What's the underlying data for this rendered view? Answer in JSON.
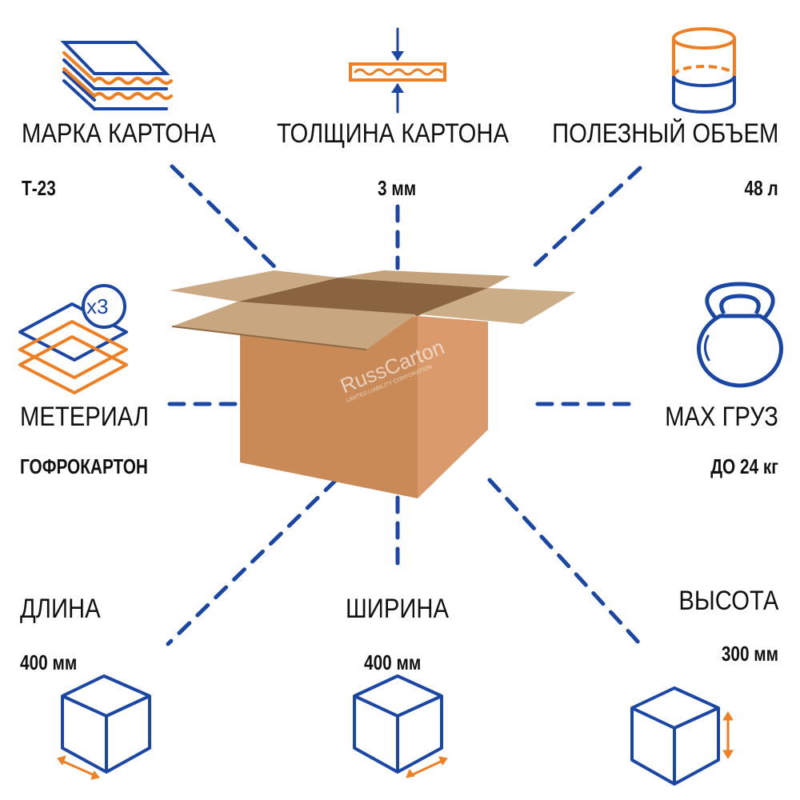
{
  "specs": {
    "brand": {
      "label": "МАРКА КАРТОНА",
      "value": "Т-23"
    },
    "thickness": {
      "label": "ТОЛЩИНА КАРТОНА",
      "value": "3 мм"
    },
    "volume": {
      "label": "ПОЛЕЗНЫЙ ОБЪЕМ",
      "value": "48 л"
    },
    "material": {
      "label": "МЕТЕРИАЛ",
      "value": "ГОФРОКАРТОН",
      "layers_badge": "x3"
    },
    "max_load": {
      "label": "MAX ГРУЗ",
      "value": "ДО 24 кг"
    },
    "length": {
      "label": "ДЛИНА",
      "value": "400 мм"
    },
    "width": {
      "label": "ШИРИНА",
      "value": "400 мм"
    },
    "height": {
      "label": "ВЫСОТА",
      "value": "300 мм"
    }
  },
  "watermark": "RussCarton",
  "watermark_sub": "LIMITED LIABILITY CORPORATION",
  "colors": {
    "blue": "#1a47a6",
    "orange": "#f07f22",
    "box_front": "#c98a57",
    "box_side": "#d9976a",
    "flap": "#c8a67f"
  }
}
